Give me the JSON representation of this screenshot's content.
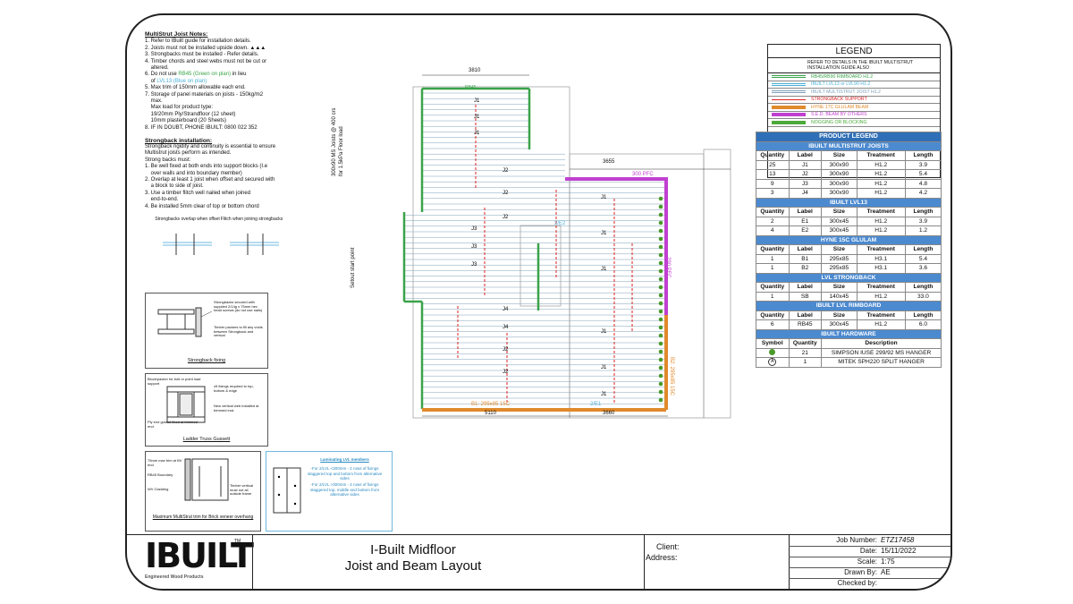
{
  "joist_notes": {
    "title": "MultiStrut Joist Notes:",
    "items": [
      "1. Refer to IBuilt guide for installation details.",
      "2. Joists must not be installed upside down. ▲▲▲",
      "3. Strongbacks must be installed - Refer details.",
      "4. Timber chords and steel webs must not be cut or",
      "    altered.",
      "5. Max trim of 150mm allowable each end.",
      "7. Storage of panel materials on joists - 150kg/m2",
      "    max.",
      "    Max load for product type:",
      "    19/20mm Ply/Strandfloor (12 sheet)",
      "    10mm plasterboard (20 Sheets)",
      "8. IF IN DOUBT, PHONE IBUILT: 0800 022 352"
    ],
    "item6_a": "6. Do not use ",
    "item6_b": "RB45 (Green on plan)",
    "item6_c": " in lieu",
    "item6_d": "    of ",
    "item6_e": "LVL13 (Blue on plan)"
  },
  "strongback": {
    "title": "Strongback installation:",
    "items": [
      "Strongback rigidity and continuity is essential to ensure",
      "Multistrut joists perform as intended.",
      "Strong backs must:",
      "1. Be well fixed at both ends into support blocks (I.e",
      "    over walls and into boundary member)",
      "2. Overlap at least 1 joist when offset and secured with",
      "    a block to side of joist.",
      "3. Use a timber flitch well nailed when joined",
      "    end-to-end.",
      "4. Be installed 5mm clear of top or bottom chord"
    ],
    "caption_overlap": "Strongbacks overlap\nwhen offset",
    "caption_flitch": "Flitch when joining\nstrongbacks"
  },
  "details": {
    "fixing_title": "Strongback fixing",
    "fixing_note1": "Strongbacks secured with supplied 2/14g x 75mm hex head screws (do not use nails)",
    "fixing_note2": "Timber packers to fill any voids between Strongback and vertical",
    "ladder_title": "Ladder Truss Gussett",
    "ladder_note1": "Block/packer for bolt or point load support",
    "ladder_note2": "x5 fixings required to top, bottom & edge",
    "ladder_note3": "New vertical web installed at trimmed end.",
    "ladder_note4": "Ply end gusset fixed at trimmed end.",
    "trim_title": "Maximum MultiStrut trim for Brick veneer overhang",
    "trim_note1": "75mm max trim at BV end",
    "trim_note2": "RB45 Boundary",
    "trim_note3": "WV Cladding",
    "trim_note4": "Timber vertical must not all outside frame",
    "lvl_title": "Laminating LVL members",
    "lvl_note1": "-For 2/LVL <300mm - 2 rows of fixings staggered top and bottom from alternative sides",
    "lvl_note2": "-For 2/LVL >300mm - 3 rows of fixings staggered top, middle and bottom from alternative sides"
  },
  "plan": {
    "dim_top": "3810",
    "dim_right": "3655",
    "dim_bottom_left": "5110",
    "dim_bottom_right": "3660",
    "side_note": "300x90 MS Joists @ 400 crs\nfor 1.5kPa Floor load",
    "setout": "Setout start point",
    "beam_pfc_h": "300 PFC",
    "beam_pfc_v": "290 PFC",
    "beam_b1": "B1: 295x85 15C",
    "beam_b2": "B2: 295x85 15C",
    "rb45": "RB45",
    "two_e2": "2/E2",
    "two_e1": "2/E1",
    "labels": [
      "J1",
      "J2",
      "J3",
      "J4"
    ]
  },
  "legend": {
    "title": "LEGEND",
    "note": "REFER TO DETAILS IN THE IBUILT MULTISTRUT INSTALLATION GUIDE ALSO",
    "rows": [
      {
        "label": "RB45/RB90 RIMBOARD H1.2",
        "color": "#3aa34a",
        "style": "double"
      },
      {
        "label": "IBUILT LVL13 or LVL90 H1.2",
        "color": "#4ab0d8",
        "style": "double"
      },
      {
        "label": "IBUILT MULTISTRUT JOIST H1.2",
        "color": "#7fa0b8",
        "style": "double"
      },
      {
        "label": "STRONGBACK SUPPORT",
        "color": "#d22",
        "style": "single"
      },
      {
        "label": "HYNE 17C GLULAM BEAM",
        "color": "#e08a2c",
        "style": "thick"
      },
      {
        "label": "S.E.D. BEAM BY OTHERS",
        "color": "#c040d0",
        "style": "thick"
      },
      {
        "label": "NOGGING OR BLOCKING",
        "color": "#4caa3a",
        "style": "thick"
      }
    ]
  },
  "product_legend": {
    "title": "PRODUCT LEGEND",
    "headers": [
      "Quantity",
      "Label",
      "Size",
      "Treatment",
      "Length"
    ],
    "sections": [
      {
        "title": "IBUILT MULTISTRUT JOISTS",
        "rows": [
          [
            "25",
            "J1",
            "300x90",
            "H1.2",
            "3.9"
          ],
          [
            "13",
            "J2",
            "300x90",
            "H1.2",
            "5.4"
          ],
          [
            "9",
            "J3",
            "300x90",
            "H1.2",
            "4.8"
          ],
          [
            "3",
            "J4",
            "300x90",
            "H1.2",
            "4.2"
          ]
        ]
      },
      {
        "title": "IBUILT LVL13",
        "rows": [
          [
            "2",
            "E1",
            "300x45",
            "H1.2",
            "3.9"
          ],
          [
            "4",
            "E2",
            "300x45",
            "H1.2",
            "1.2"
          ]
        ]
      },
      {
        "title": "HYNE 15C GLULAM",
        "rows": [
          [
            "1",
            "B1",
            "295x85",
            "H3.1",
            "5.4"
          ],
          [
            "1",
            "B2",
            "295x85",
            "H3.1",
            "3.6"
          ]
        ]
      },
      {
        "title": "LVL STRONGBACK",
        "rows": [
          [
            "1",
            "SB",
            "140x45",
            "H1.2",
            "33.0"
          ]
        ]
      },
      {
        "title": "IBUILT LVL RIMBOARD",
        "rows": [
          [
            "6",
            "RB45",
            "300x45",
            "H1.2",
            "6.0"
          ]
        ]
      }
    ],
    "hardware_title": "IBUILT HARDWARE",
    "hardware_headers": [
      "Symbol",
      "Quantity",
      "Description"
    ],
    "hardware": [
      {
        "symbol": "",
        "quantity": "21",
        "description": "SIMPSON IUSE 299/92 MS HANGER"
      },
      {
        "symbol": "A",
        "quantity": "1",
        "description": "MITEK SPH220 SPLIT HANGER"
      }
    ]
  },
  "title_block": {
    "logo": "IBUILT",
    "logo_tm": "TM",
    "logo_sub": "Engineered Wood Products",
    "title_line1": "I-Built Midfloor",
    "title_line2": "Joist and Beam Layout",
    "client_label": "Client:",
    "address_label": "Address:",
    "job_number_label": "Job Number:",
    "job_number": "ETZ17458",
    "date_label": "Date:",
    "date": "15/11/2022",
    "scale_label": "Scale:",
    "scale": "1:75",
    "drawn_label": "Drawn By:",
    "drawn": "AE",
    "checked_label": "Checked by:",
    "checked": ""
  }
}
